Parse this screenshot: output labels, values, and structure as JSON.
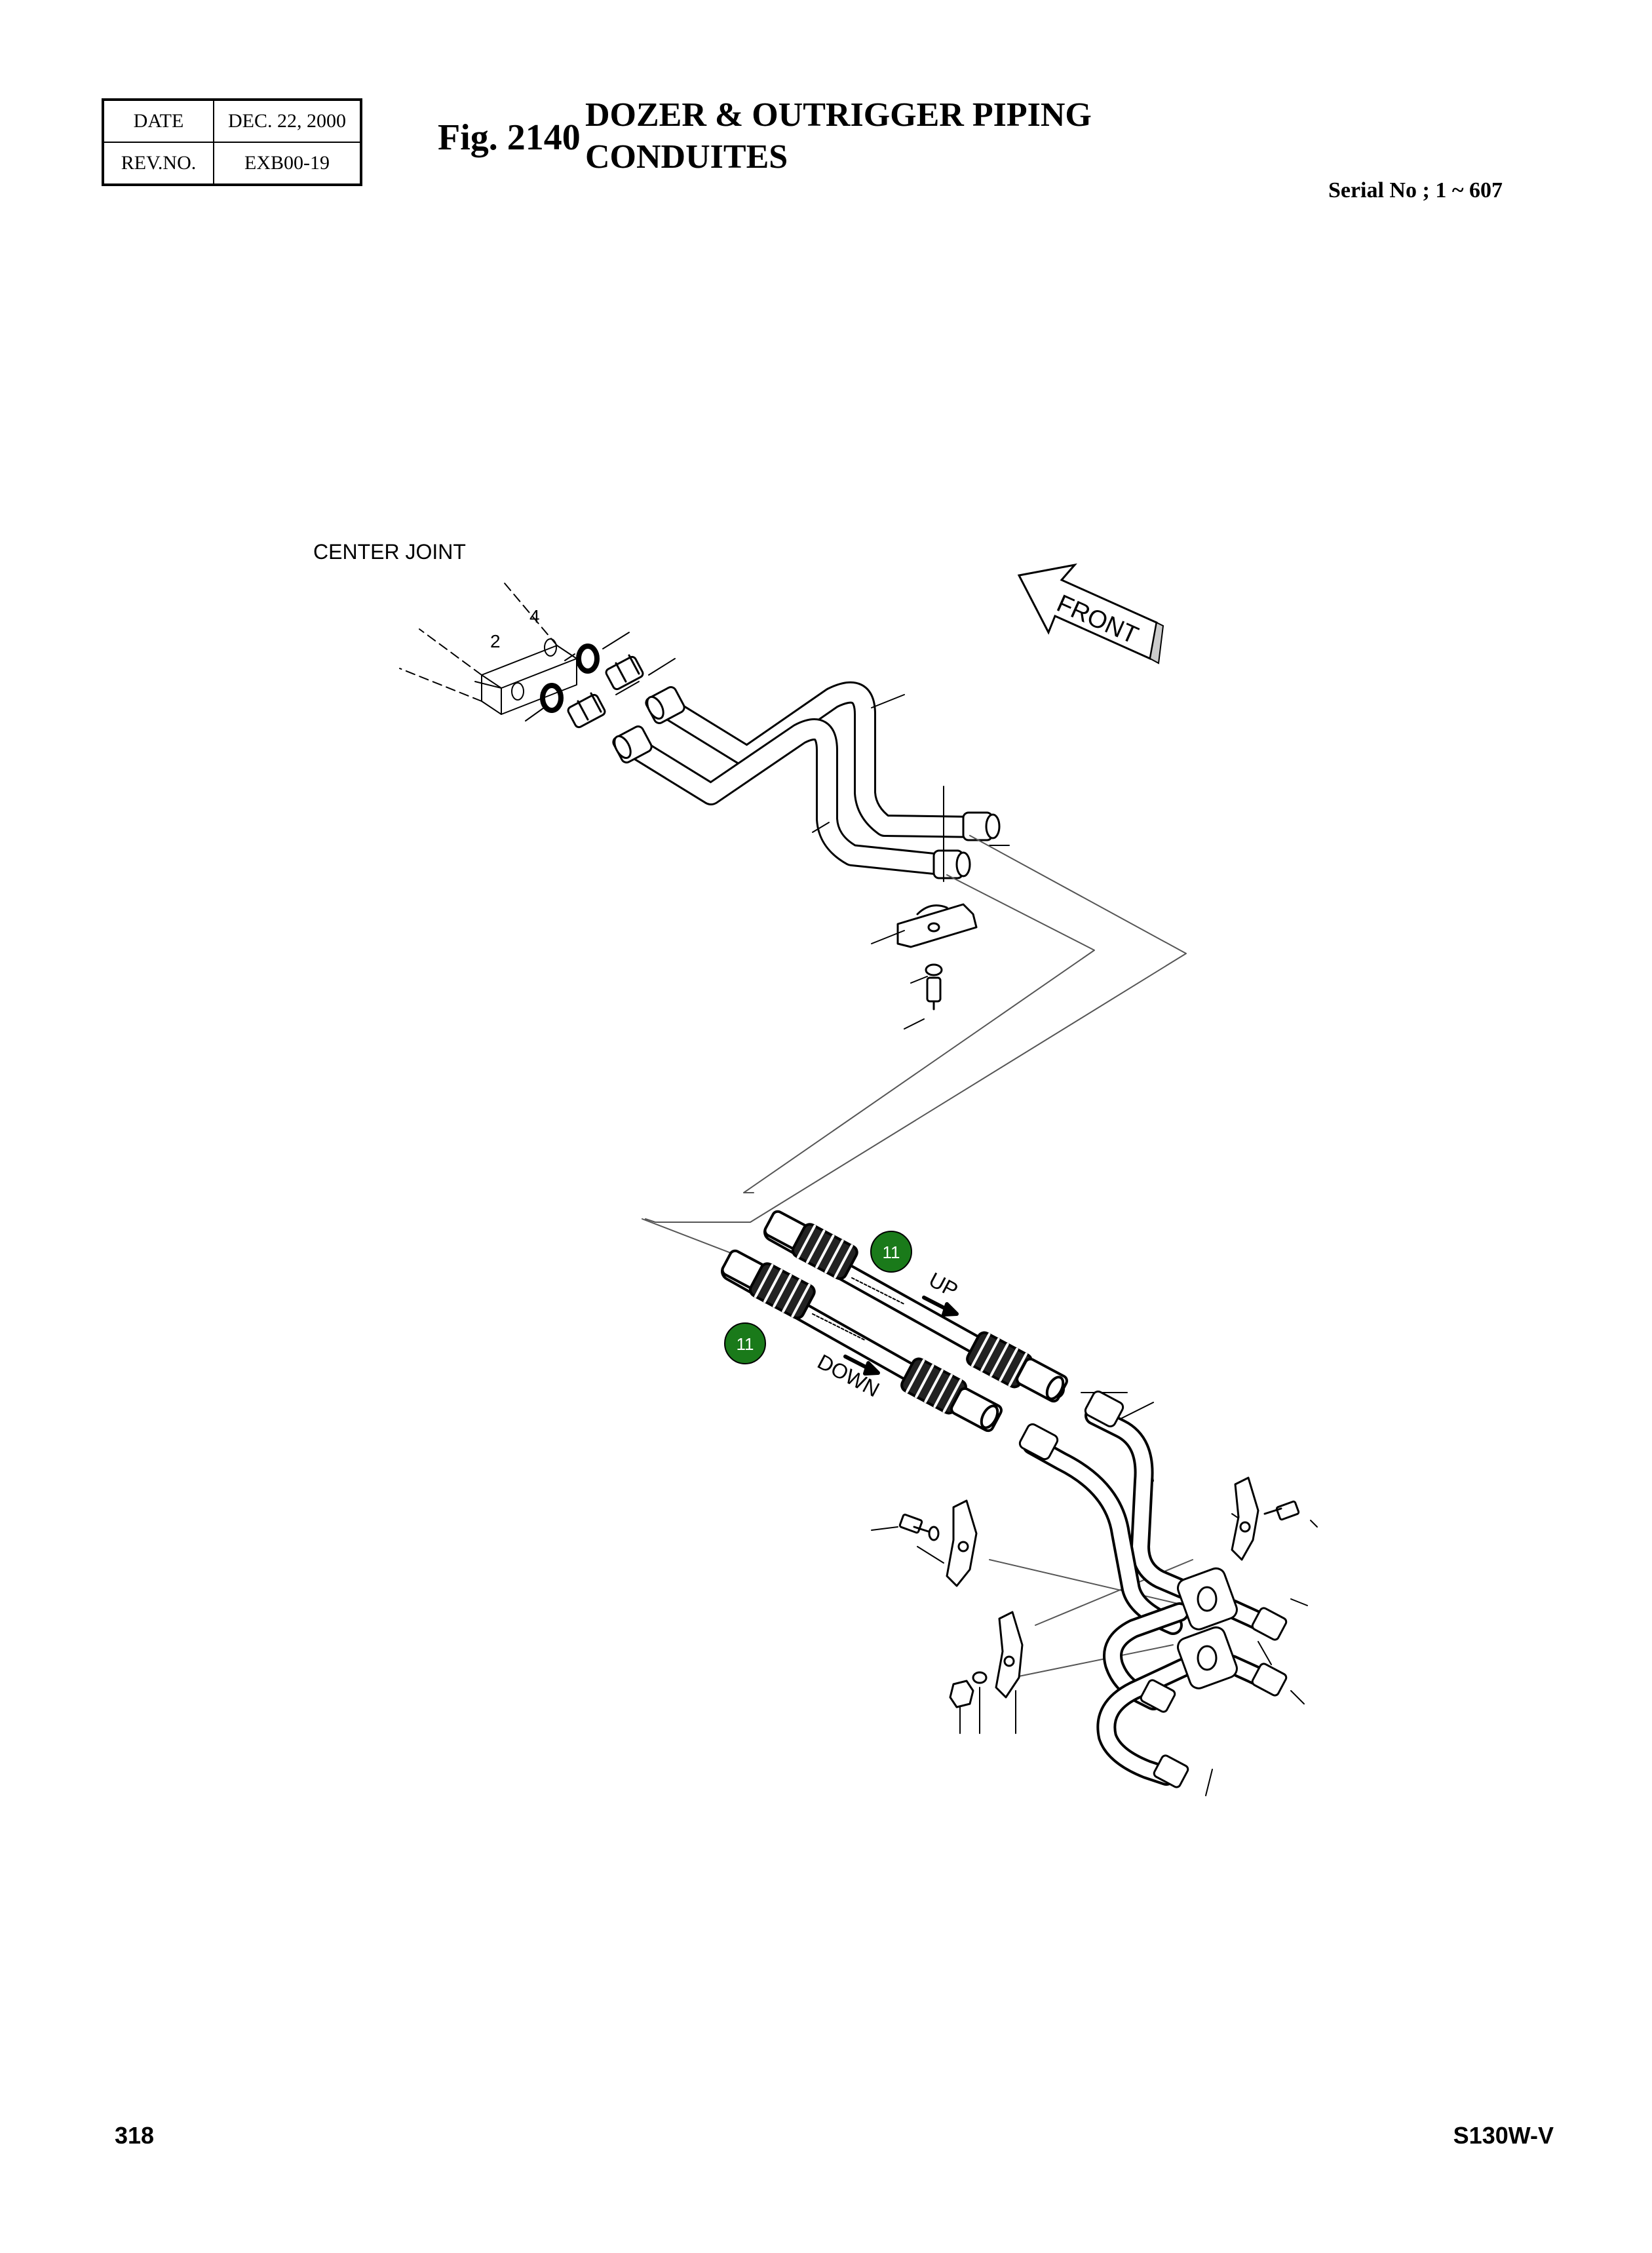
{
  "revision": {
    "date_label": "DATE",
    "date_value": "DEC. 22, 2000",
    "rev_label": "REV.NO.",
    "rev_value": "EXB00-19"
  },
  "figure": {
    "number": "Fig. 2140",
    "title_line1": "DOZER & OUTRIGGER PIPING",
    "title_line2": "CONDUITES"
  },
  "serial": "Serial No ; 1 ~ 607",
  "diagram": {
    "center_joint_label": "CENTER JOINT",
    "port_labels": [
      "4",
      "2"
    ],
    "front_label": "FRONT",
    "up_label": "UP",
    "down_label": "DOWN",
    "callouts": [
      "11",
      "11"
    ],
    "callout_color": "#1a7a1a"
  },
  "footer": {
    "page_number": "318",
    "model": "S130W-V"
  }
}
